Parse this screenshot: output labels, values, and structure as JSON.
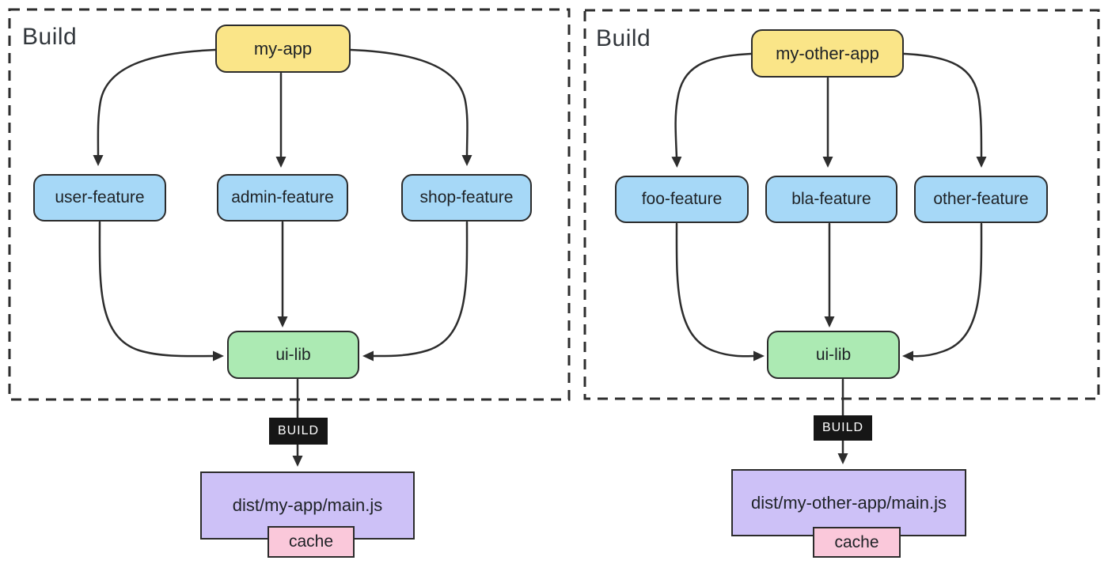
{
  "colors": {
    "app_node": "#fae588",
    "feature_node": "#a6d8f7",
    "lib_node": "#aceab3",
    "output_node": "#cdc1f7",
    "cache_node": "#fac8da",
    "build_badge_bg": "#161616",
    "node_border": "#2b2b2b",
    "line": "#2d2d2d"
  },
  "panels": [
    {
      "title": "Build",
      "app": "my-app",
      "features": [
        "user-feature",
        "admin-feature",
        "shop-feature"
      ],
      "lib": "ui-lib",
      "build_label": "BUILD",
      "output": "dist/my-app/main.js",
      "cache_label": "cache",
      "edges": [
        [
          "my-app",
          "user-feature"
        ],
        [
          "my-app",
          "admin-feature"
        ],
        [
          "my-app",
          "shop-feature"
        ],
        [
          "user-feature",
          "ui-lib"
        ],
        [
          "admin-feature",
          "ui-lib"
        ],
        [
          "shop-feature",
          "ui-lib"
        ],
        [
          "ui-lib",
          "dist/my-app/main.js"
        ]
      ]
    },
    {
      "title": "Build",
      "app": "my-other-app",
      "features": [
        "foo-feature",
        "bla-feature",
        "other-feature"
      ],
      "lib": "ui-lib",
      "build_label": "BUILD",
      "output": "dist/my-other-app/main.js",
      "cache_label": "cache",
      "edges": [
        [
          "my-other-app",
          "foo-feature"
        ],
        [
          "my-other-app",
          "bla-feature"
        ],
        [
          "my-other-app",
          "other-feature"
        ],
        [
          "foo-feature",
          "ui-lib"
        ],
        [
          "bla-feature",
          "ui-lib"
        ],
        [
          "other-feature",
          "ui-lib"
        ],
        [
          "ui-lib",
          "dist/my-other-app/main.js"
        ]
      ]
    }
  ]
}
